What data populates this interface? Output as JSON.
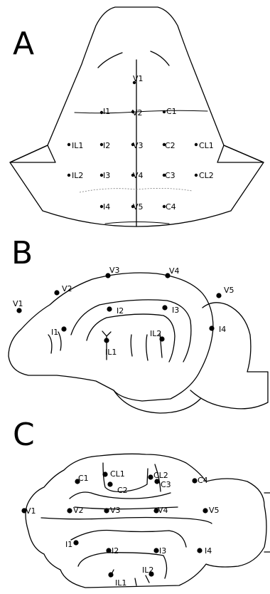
{
  "panels": [
    {
      "letter": "A",
      "electrodes": [
        {
          "label": "V1"
        },
        {
          "label": "I1"
        },
        {
          "label": "V2"
        },
        {
          "label": "C1"
        },
        {
          "label": "IL1"
        },
        {
          "label": "I2"
        },
        {
          "label": "V3"
        },
        {
          "label": "C2"
        },
        {
          "label": "CL1"
        },
        {
          "label": "IL2"
        },
        {
          "label": "I3"
        },
        {
          "label": "V4"
        },
        {
          "label": "C3"
        },
        {
          "label": "CL2"
        },
        {
          "label": "I4"
        },
        {
          "label": "V5"
        },
        {
          "label": "C4"
        }
      ]
    },
    {
      "letter": "B",
      "electrodes": [
        {
          "label": "V1"
        },
        {
          "label": "V2"
        },
        {
          "label": "V3"
        },
        {
          "label": "V4"
        },
        {
          "label": "V5"
        },
        {
          "label": "I1"
        },
        {
          "label": "I2"
        },
        {
          "label": "I3"
        },
        {
          "label": "I4"
        },
        {
          "label": "IL1"
        },
        {
          "label": "IL2"
        }
      ]
    },
    {
      "letter": "C",
      "electrodes": [
        {
          "label": "CL1"
        },
        {
          "label": "CL2"
        },
        {
          "label": "C1"
        },
        {
          "label": "C2"
        },
        {
          "label": "C3"
        },
        {
          "label": "C4"
        },
        {
          "label": "V1"
        },
        {
          "label": "V2"
        },
        {
          "label": "V3"
        },
        {
          "label": "V4"
        },
        {
          "label": "V5"
        },
        {
          "label": "I1"
        },
        {
          "label": "I2"
        },
        {
          "label": "I3"
        },
        {
          "label": "I4"
        },
        {
          "label": "IL1"
        },
        {
          "label": "IL2"
        }
      ]
    }
  ]
}
